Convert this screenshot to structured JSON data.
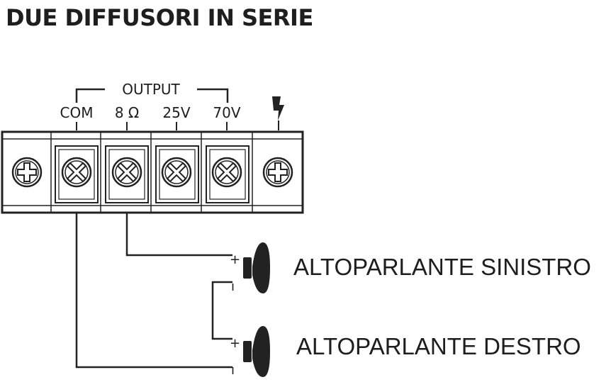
{
  "title": "DUE DIFFUSORI IN SERIE",
  "bracket_label": "OUTPUT",
  "terminals": [
    {
      "label": "COM"
    },
    {
      "label": "8 Ω"
    },
    {
      "label": "25V"
    },
    {
      "label": "70V"
    }
  ],
  "ground_icon": "lightning-bolt-icon",
  "speakers": [
    {
      "label": "ALTOPARLANTE SINISTRO",
      "plus": "+",
      "minus": "ı"
    },
    {
      "label": "ALTOPARLANTE DESTRO",
      "plus": "+",
      "minus": "ı"
    }
  ]
}
